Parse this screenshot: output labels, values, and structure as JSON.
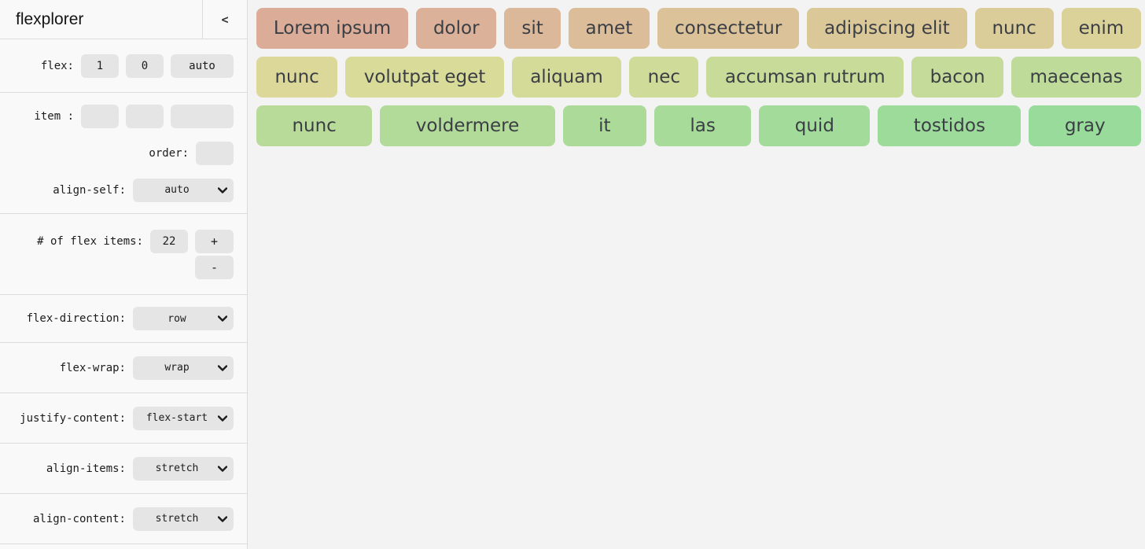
{
  "header": {
    "title": "flexplorer",
    "collapse_icon": "<"
  },
  "controls": {
    "flex": {
      "label": "flex:",
      "grow": "1",
      "shrink": "0",
      "basis": "auto"
    },
    "item": {
      "label": "item :",
      "grow": "",
      "shrink": "",
      "basis": ""
    },
    "order": {
      "label": "order:",
      "value": ""
    },
    "align_self": {
      "label": "align-self:",
      "value": "auto"
    },
    "flex_items_count": {
      "label": "# of flex items:",
      "value": "22",
      "increment_label": "+",
      "decrement_label": "-"
    },
    "flex_direction": {
      "label": "flex-direction:",
      "value": "row"
    },
    "flex_wrap": {
      "label": "flex-wrap:",
      "value": "wrap"
    },
    "justify_content": {
      "label": "justify-content:",
      "value": "flex-start"
    },
    "align_items": {
      "label": "align-items:",
      "value": "stretch"
    },
    "align_content": {
      "label": "align-content:",
      "value": "stretch"
    }
  },
  "flex_items": {
    "text_color": "#3b3f45",
    "rows": [
      [
        {
          "label": "Lorem ipsum",
          "color": "#dbad99"
        },
        {
          "label": "dolor",
          "color": "#dbb299"
        },
        {
          "label": "sit",
          "color": "#dbb899"
        },
        {
          "label": "amet",
          "color": "#dbbd99"
        },
        {
          "label": "consectetur",
          "color": "#dbc299"
        },
        {
          "label": "adipiscing elit",
          "color": "#dbc899"
        },
        {
          "label": "nunc",
          "color": "#dbcd99"
        },
        {
          "label": "enim",
          "color": "#dbd299"
        }
      ],
      [
        {
          "label": "nunc",
          "color": "#dbd899"
        },
        {
          "label": "volutpat eget",
          "color": "#d9db99"
        },
        {
          "label": "aliquam",
          "color": "#d4db99"
        },
        {
          "label": "nec",
          "color": "#cfdb99"
        },
        {
          "label": "accumsan rutrum",
          "color": "#c9db99"
        },
        {
          "label": "bacon",
          "color": "#c4db99"
        },
        {
          "label": "maecenas",
          "color": "#bedb99"
        }
      ],
      [
        {
          "label": "nunc",
          "color": "#b9db99"
        },
        {
          "label": "voldermere",
          "color": "#b2db99"
        },
        {
          "label": "it",
          "color": "#acdb99"
        },
        {
          "label": "las",
          "color": "#a7db99"
        },
        {
          "label": "quid",
          "color": "#a2db9a"
        },
        {
          "label": "tostidos",
          "color": "#9ddb9b"
        },
        {
          "label": "gray",
          "color": "#99db9b"
        }
      ]
    ]
  }
}
